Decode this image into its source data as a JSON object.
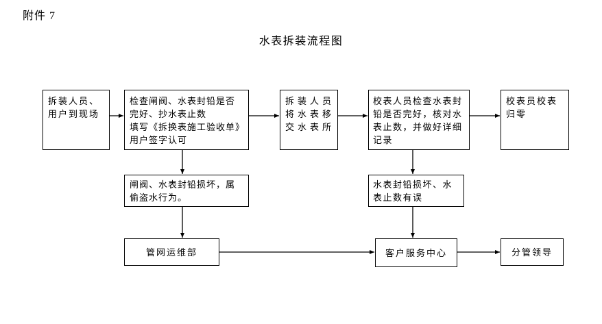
{
  "page": {
    "attachment_label": "附件 7",
    "title": "水表拆装流程图",
    "background_color": "#ffffff",
    "line_color": "#000000",
    "box_border_color": "#000000"
  },
  "flowchart": {
    "nodes": {
      "arrive": {
        "lines": [
          "拆装人员、",
          "用户到现场"
        ]
      },
      "check": {
        "lines": [
          "检查闸阀、水表封铅是否",
          "完好、抄水表止数",
          "填写《拆换表施工验收单》",
          "用户签字认可"
        ]
      },
      "transfer": {
        "lines": [
          "拆装人员",
          "将水表移",
          "交水表所"
        ]
      },
      "verify": {
        "lines": [
          "校表人员检查水表封",
          "铅是否完好，核对水",
          "表止数，并做好详细",
          "记录"
        ]
      },
      "reset": {
        "lines": [
          "校表员校表",
          "归零"
        ]
      },
      "theft": {
        "lines": [
          "闸阀、水表封铅损坏，属",
          "偷盗水行为。"
        ]
      },
      "damage": {
        "lines": [
          "水表封铅损坏、水",
          "表止数有误"
        ]
      },
      "pipeline": {
        "lines": [
          "管网运维部"
        ]
      },
      "service": {
        "lines": [
          "客户服务中心"
        ]
      },
      "leader": {
        "lines": [
          "分管领导"
        ]
      }
    }
  }
}
